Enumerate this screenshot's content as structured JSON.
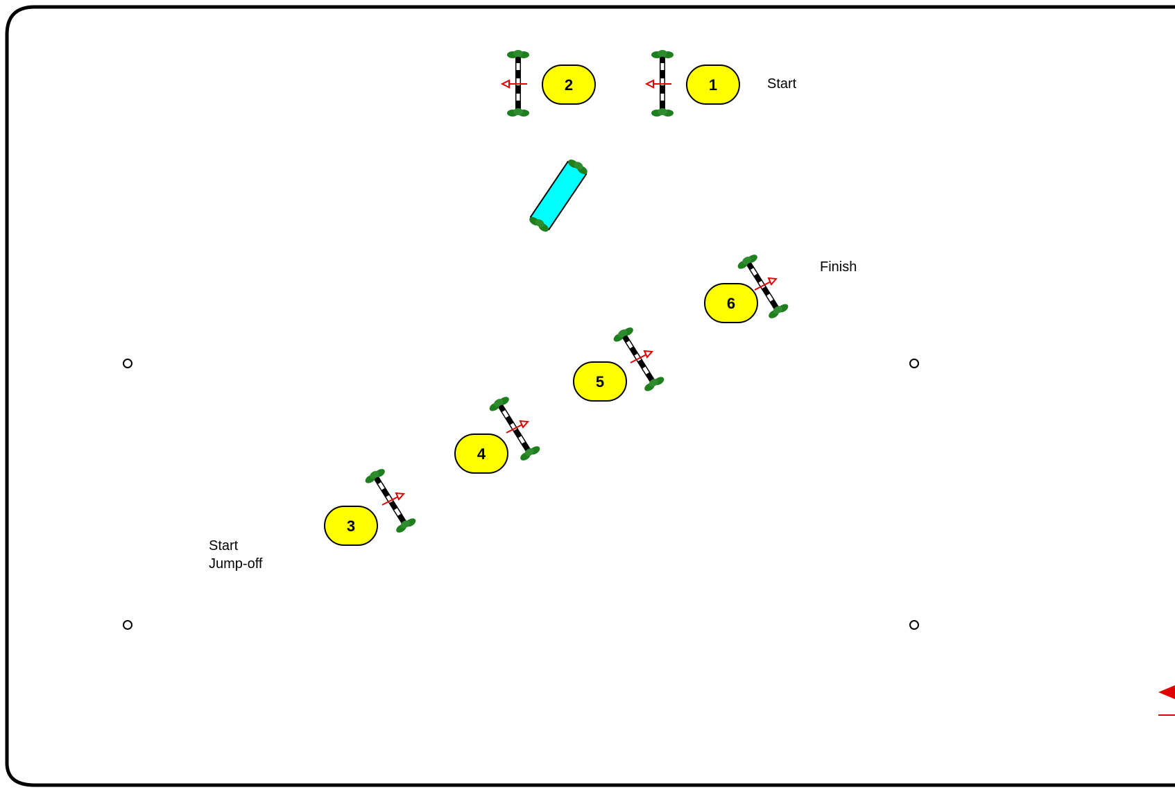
{
  "course": {
    "labels": {
      "start": "Start",
      "finish": "Finish",
      "start_jumpoff_line1": "Start",
      "start_jumpoff_line2": "Jump-off"
    },
    "obstacles": [
      {
        "number": "2",
        "type": "vertical",
        "direction": "left"
      },
      {
        "number": "1",
        "type": "vertical",
        "direction": "left"
      },
      {
        "number": "",
        "type": "water",
        "direction": ""
      },
      {
        "number": "6",
        "type": "vertical",
        "direction": "up-right"
      },
      {
        "number": "5",
        "type": "vertical",
        "direction": "up-right"
      },
      {
        "number": "4",
        "type": "vertical",
        "direction": "up-right"
      },
      {
        "number": "3",
        "type": "vertical",
        "direction": "up-right"
      }
    ],
    "colors": {
      "number_badge": "#ffff00",
      "direction_arrow": "#e00000",
      "water": "#00ffff",
      "wings": "#1f7f1f",
      "border": "#000000"
    }
  }
}
